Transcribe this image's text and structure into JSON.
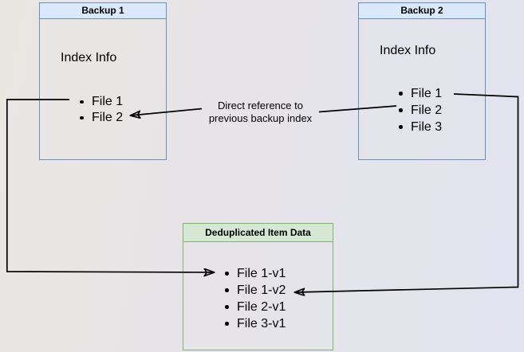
{
  "diagram": {
    "backup1": {
      "title": "Backup 1",
      "label": "Index Info",
      "files": [
        "File 1",
        "File 2"
      ]
    },
    "backup2": {
      "title": "Backup 2",
      "label": "Index Info",
      "files": [
        "File 1",
        "File 2",
        "File 3"
      ]
    },
    "dedup": {
      "title": "Deduplicated Item Data",
      "files": [
        "File 1-v1",
        "File 1-v2",
        "File 2-v1",
        "File 3-v1"
      ]
    },
    "annotation": {
      "line1": "Direct reference to",
      "line2": "previous backup index"
    }
  },
  "colors": {
    "blue_header_fill": "#dae8fc",
    "blue_border": "#6c8ebf",
    "green_header_fill": "#d5e8d4",
    "green_border": "#82b366",
    "arrow": "#000000",
    "bg_left": "#e9e6e2",
    "bg_right": "#e2e3f0"
  }
}
